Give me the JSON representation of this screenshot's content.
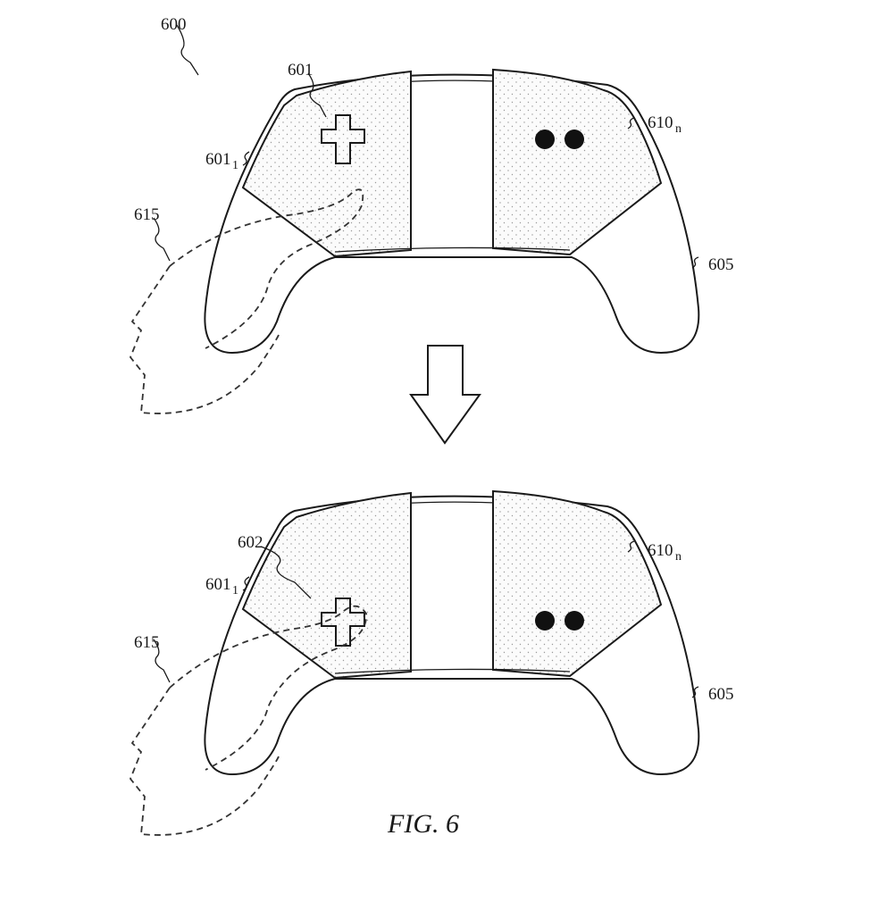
{
  "figure": {
    "caption": "FIG. 6",
    "top_view": {
      "labels": {
        "device": "600",
        "control_element": "601",
        "left_region": "601",
        "left_region_sub": "1",
        "right_region": "610",
        "right_region_sub": "n",
        "housing": "605",
        "hand": "615"
      }
    },
    "bottom_view": {
      "labels": {
        "moved_element": "602",
        "left_region": "601",
        "left_region_sub": "1",
        "right_region": "610",
        "right_region_sub": "n",
        "housing": "605",
        "hand": "615"
      }
    },
    "transition_arrow": "down-arrow",
    "colors": {
      "line": "#1a1a1a",
      "stipple": "#9a9a9a",
      "background": "#ffffff"
    }
  }
}
